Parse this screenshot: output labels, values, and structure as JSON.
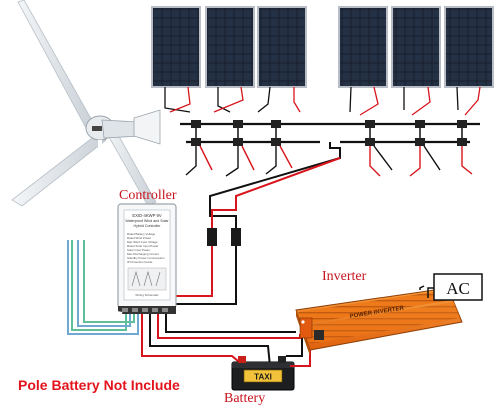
{
  "labels": {
    "controller": "Controller",
    "inverter": "Inverter",
    "ac": "AC",
    "battery": "Battery",
    "pole_battery": "Pole Battery Not Include"
  },
  "controller_face": {
    "header": [
      "EXID-4KWP 9V",
      "Waterproof Wind and Solar",
      "Hybrid Controller"
    ],
    "specs": [
      "Rated Battery Voltage",
      "Rated Wind Power",
      "Max Wind Input Voltage",
      "Rated Solar Input Power",
      "Solar Input Power",
      "Max Discharging Current",
      "Standby Power Consumption",
      "IP Protection Grade"
    ],
    "footer": "Wiring Schematic"
  },
  "inverter_face": {
    "text": "POWER INVERTER"
  },
  "battery_face": {
    "brand": "TAXI"
  },
  "colors": {
    "label_red": "#c8141e",
    "wire_red": "#d8141c",
    "wire_black": "#111111",
    "wire_blue": "#6fa8d0",
    "wire_green": "#5fbf9a",
    "panel_dark": "#1c2533",
    "inverter_orange": "#f07a18"
  }
}
